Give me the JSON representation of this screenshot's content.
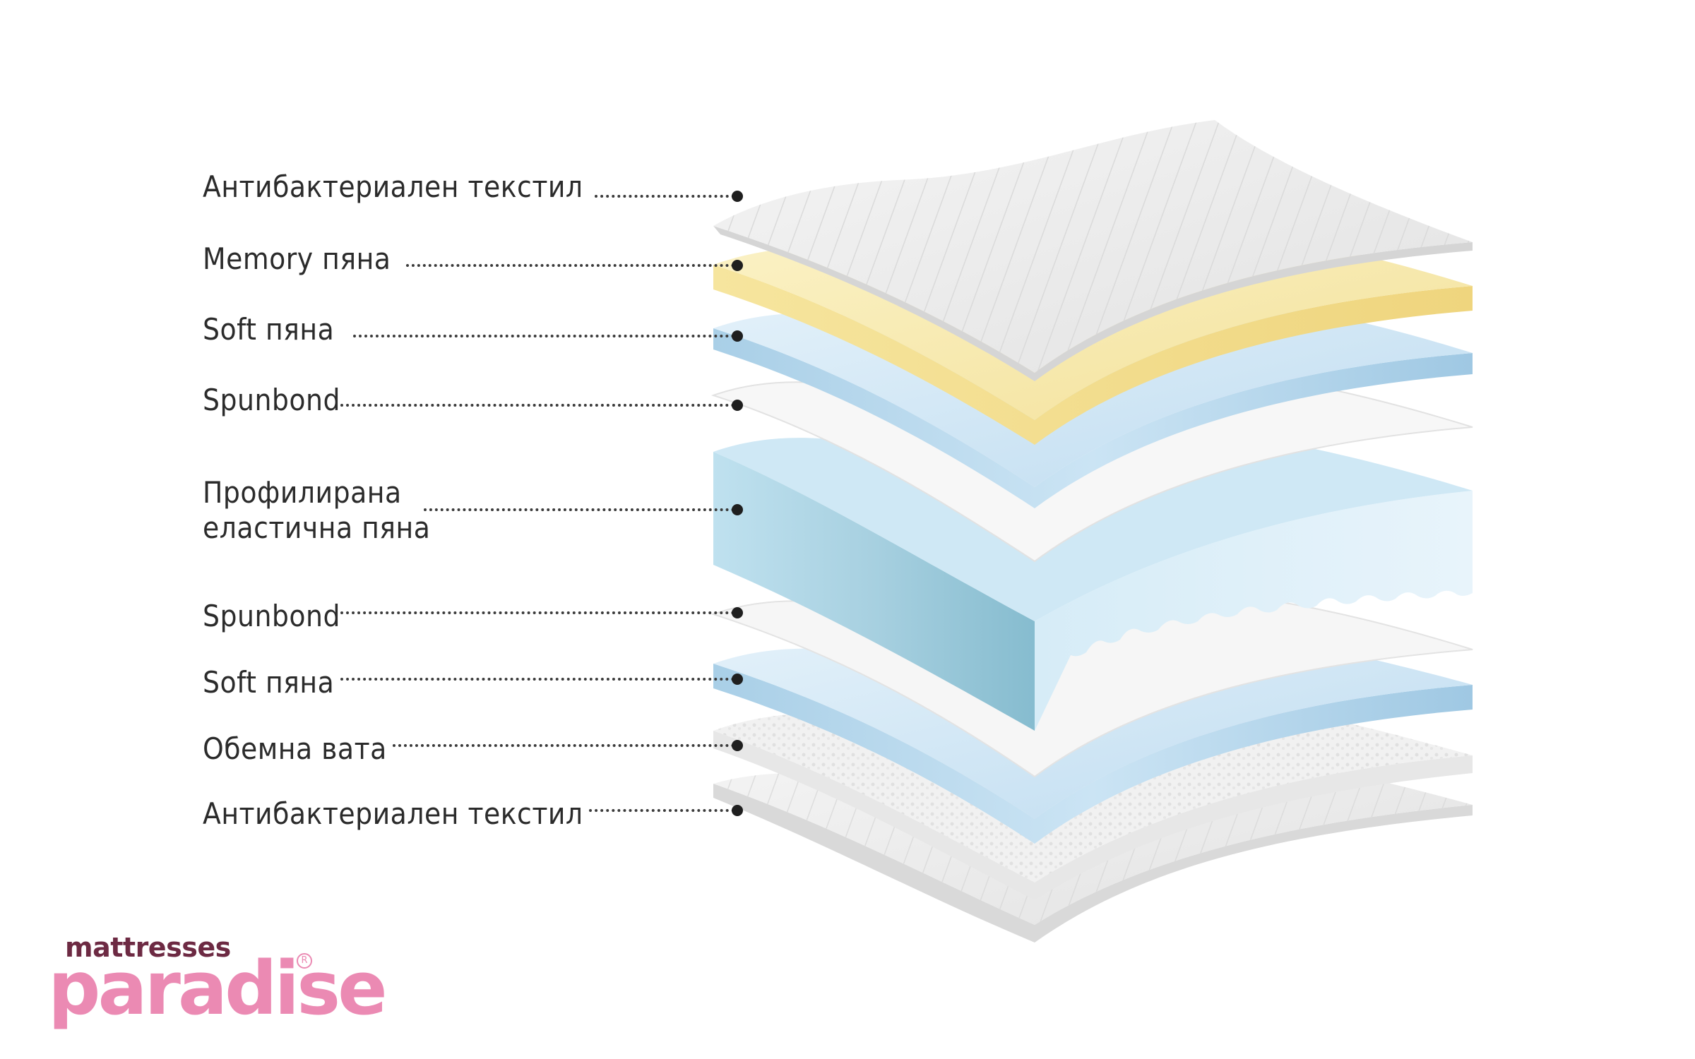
{
  "layers": [
    {
      "label": "Антибактериален текстил"
    },
    {
      "label": "Memory пяна"
    },
    {
      "label": "Soft пяна"
    },
    {
      "label": "Spunbond"
    },
    {
      "label_line1": "Профилирана",
      "label_line2": "еластична пяна"
    },
    {
      "label": "Spunbond"
    },
    {
      "label": "Soft пяна"
    },
    {
      "label": "Обемна вата"
    },
    {
      "label": "Антибактериален текстил"
    }
  ],
  "logo": {
    "top": "mattresses",
    "main": "paradise",
    "mark": "R"
  },
  "colors": {
    "label_text": "#2b2b2b",
    "leader": "#3b3b3b",
    "logo_pink": "#eb8ab3",
    "logo_dark": "#6d2a43"
  }
}
